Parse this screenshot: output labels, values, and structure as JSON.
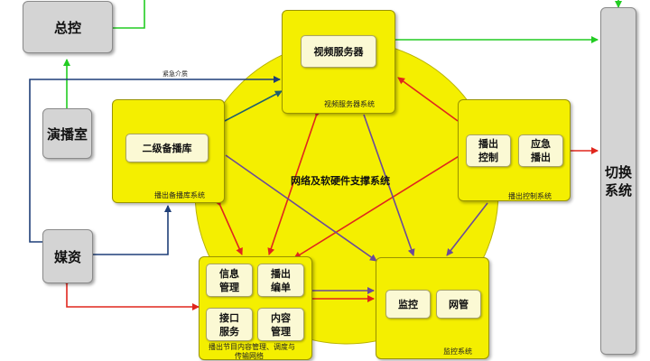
{
  "center_label": "网络及软硬件支撑系统",
  "emergency_label": "紧急介质",
  "left": {
    "zongkong": "总控",
    "yanboshi": "演播室",
    "meizi": "媒资"
  },
  "switch": {
    "line1": "切换",
    "line2": "系统"
  },
  "video_system": {
    "caption": "视频服务器系统",
    "server": "视频服务器"
  },
  "backup_system": {
    "caption": "播出备播库系统",
    "library": "二级备播库"
  },
  "control_system": {
    "caption": "播出控制系统",
    "bochu": [
      "播出",
      "控制"
    ],
    "yingji": [
      "应急",
      "播出"
    ]
  },
  "content_system": {
    "caption_line1": "播出节目内容管理、调度与",
    "caption_line2": "传输网络",
    "xinxi": [
      "信息",
      "管理"
    ],
    "bianji": [
      "播出",
      "编单"
    ],
    "jiekou": [
      "接口",
      "服务"
    ],
    "neirong": [
      "内容",
      "管理"
    ]
  },
  "monitor_system": {
    "caption": "监控系统",
    "jiankong": "监控",
    "wangguan": "网管"
  },
  "colors": {
    "red": "#e0261d",
    "blue": "#1f3f78",
    "purple": "#6a4a9a",
    "green": "#22cc22",
    "teal": "#1f5f6e",
    "yellow": "#f4ef00"
  }
}
